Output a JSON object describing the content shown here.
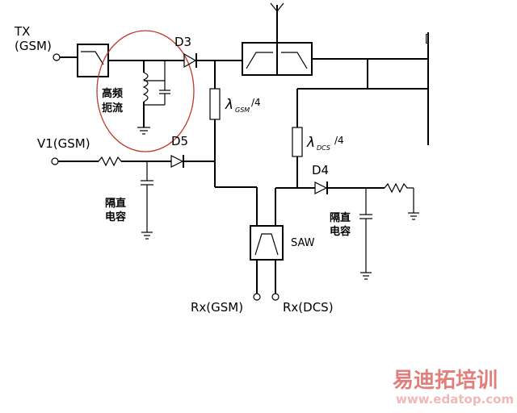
{
  "labels": {
    "tx_top": "TX",
    "tx_sub": "(GSM)",
    "v1": "V1(GSM)",
    "d3": "D3",
    "d5": "D5",
    "d4": "D4",
    "hf_choke_1": "高频",
    "hf_choke_2": "扼流",
    "block_cap_left_1": "隔直",
    "block_cap_left_2": "电容",
    "block_cap_right_1": "隔直",
    "block_cap_right_2": "电容",
    "lambda_gsm_sym": "λ",
    "lambda_gsm_sub": "GSM",
    "lambda_gsm_frac": "/4",
    "lambda_dcs_sym": "λ",
    "lambda_dcs_sub": "DCS",
    "lambda_dcs_frac": "/4",
    "saw": "SAW",
    "rx_gsm": "Rx(GSM)",
    "rx_dcs": "Rx(DCS)"
  },
  "watermark": {
    "brand": "易迪拓培训",
    "url": "www.edatop.com"
  },
  "colors": {
    "highlight_ellipse": "#c0392b",
    "watermark_red": "#d9534f",
    "watermark_pink": "#f2b8b8"
  }
}
